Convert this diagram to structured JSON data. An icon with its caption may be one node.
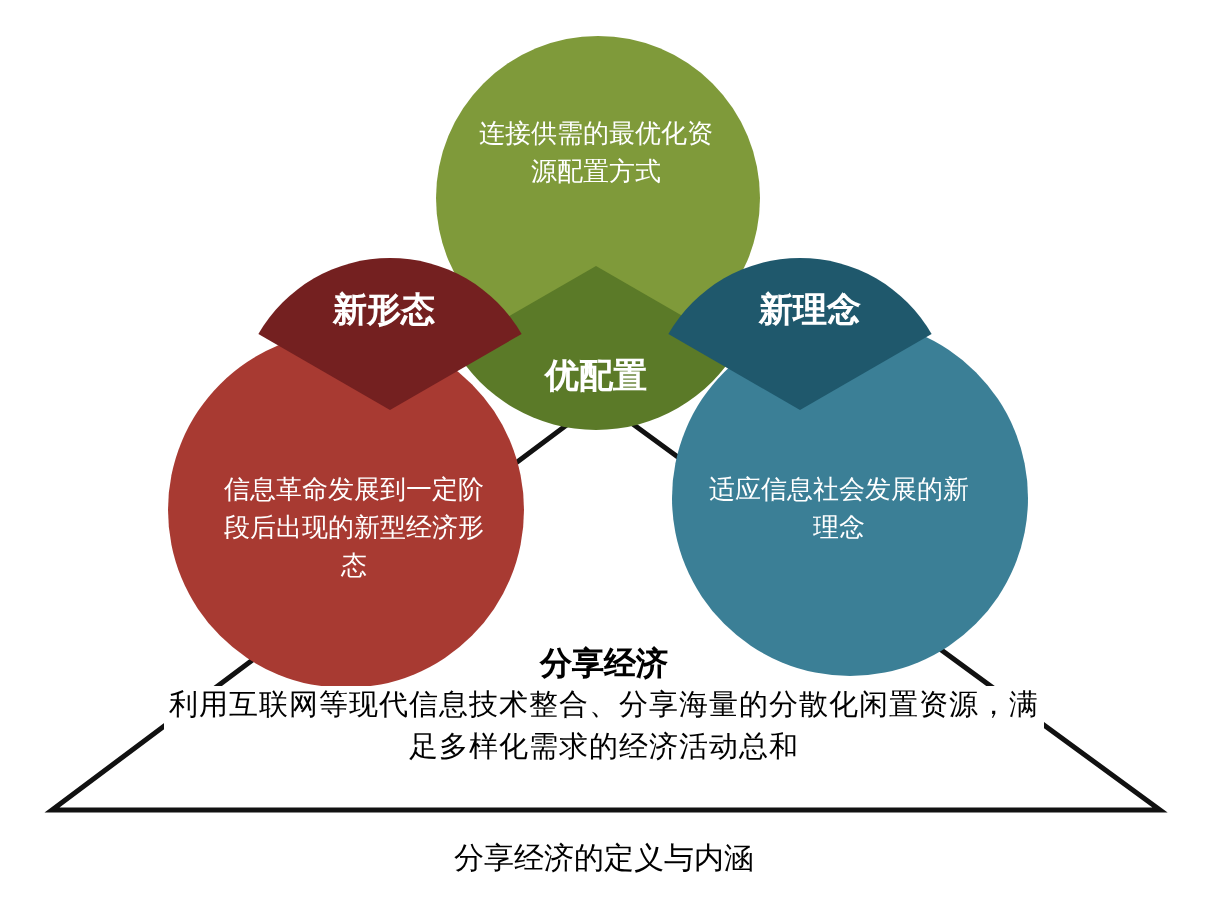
{
  "diagram": {
    "caption": "分享经济的定义与内涵",
    "nodes": [
      {
        "text": [
          "连接供需的最优化资源配置方式",
          "优配置"
        ]
      },
      {
        "text": [
          "新形态",
          "信息革命发展到一定阶段后出现的新型经济形态"
        ]
      },
      {
        "text": [
          "新理念",
          "适应信息社会发展的新理念"
        ]
      },
      {
        "text": [
          "分享经济",
          "利用互联网等现代信息技术整合、分享海量的分散化闲置资源，满足多样化需求的经济活动总和"
        ]
      }
    ],
    "edges": []
  }
}
